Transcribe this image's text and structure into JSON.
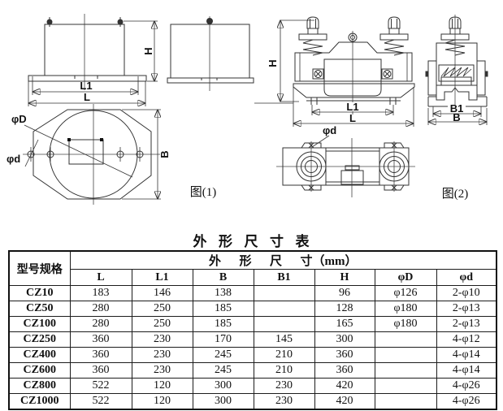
{
  "figure1": {
    "caption": "图(1)",
    "labels": {
      "H": "H",
      "L1": "L1",
      "L": "L",
      "B": "B",
      "phiD": "φD",
      "phid": "φd"
    }
  },
  "figure2": {
    "caption": "图(2)",
    "labels": {
      "H": "H",
      "L1": "L1",
      "L": "L",
      "B1": "B1",
      "B": "B",
      "phid": "φd"
    }
  },
  "table": {
    "title": "外  形  尺  寸  表",
    "corner_header": "型号规格",
    "group_header": "外      形      尺      寸（mm）",
    "columns": [
      "L",
      "L1",
      "B",
      "B1",
      "H",
      "φD",
      "φd"
    ],
    "rows": [
      [
        "CZ10",
        "183",
        "146",
        "138",
        "",
        "96",
        "φ126",
        "2-φ10"
      ],
      [
        "CZ50",
        "280",
        "250",
        "185",
        "",
        "128",
        "φ180",
        "2-φ13"
      ],
      [
        "CZ100",
        "280",
        "250",
        "185",
        "",
        "165",
        "φ180",
        "2-φ13"
      ],
      [
        "CZ250",
        "360",
        "230",
        "170",
        "145",
        "300",
        "",
        "4-φ12"
      ],
      [
        "CZ400",
        "360",
        "230",
        "245",
        "210",
        "360",
        "",
        "4-φ14"
      ],
      [
        "CZ600",
        "360",
        "230",
        "245",
        "210",
        "360",
        "",
        "4-φ14"
      ],
      [
        "CZ800",
        "522",
        "120",
        "300",
        "230",
        "420",
        "",
        "4-φ26"
      ],
      [
        "CZ1000",
        "522",
        "120",
        "300",
        "230",
        "420",
        "",
        "4-φ26"
      ]
    ]
  }
}
